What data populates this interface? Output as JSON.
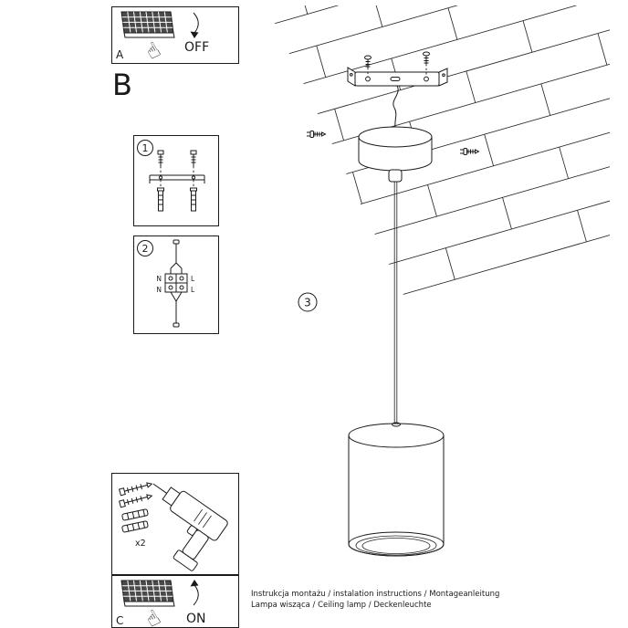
{
  "colors": {
    "ink": "#1a1a1a",
    "paper": "#ffffff",
    "keys": "#4a4a4a"
  },
  "icons": {
    "hand": "☝"
  },
  "steps": {
    "a": {
      "label": "A",
      "state": "OFF"
    },
    "b": {
      "label": "B"
    },
    "c": {
      "label": "C",
      "state": "ON"
    },
    "n1": "1",
    "n2": "2",
    "n3": "3"
  },
  "wiring": {
    "n_top": "N",
    "l_top": "L",
    "n_bot": "N",
    "l_bot": "L"
  },
  "hardware": {
    "count": "x2"
  },
  "footer": {
    "line1": "Instrukcja montażu / instalation instructions / Montageanleitung",
    "line2": "Lampa wisząca / Ceiling lamp / Deckenleuchte"
  }
}
